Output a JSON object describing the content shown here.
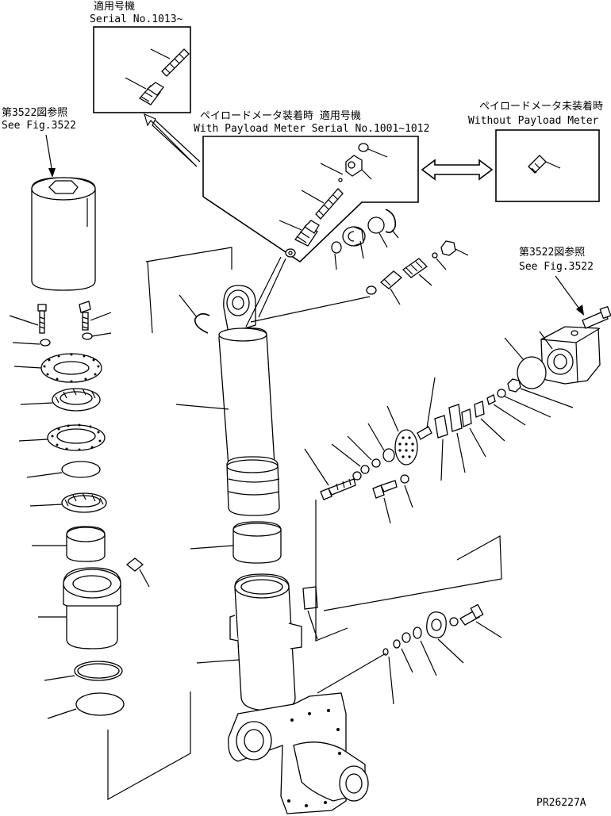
{
  "inset_top": {
    "title_jp": "適用号機",
    "title_en": "Serial No.1013~"
  },
  "inset_with_payload": {
    "title_jp": "ペイロードメータ装着時 適用号機",
    "title_en": "With Payload Meter Serial No.1001~1012"
  },
  "inset_without_payload": {
    "title_jp": "ペイロードメータ未装着時",
    "title_en": "Without Payload Meter"
  },
  "ref_left": {
    "jp": "第3522図参照",
    "en": "See Fig.3522"
  },
  "ref_right": {
    "jp": "第3522図参照",
    "en": "See Fig.3522"
  },
  "drawing_number": "PR26227A"
}
